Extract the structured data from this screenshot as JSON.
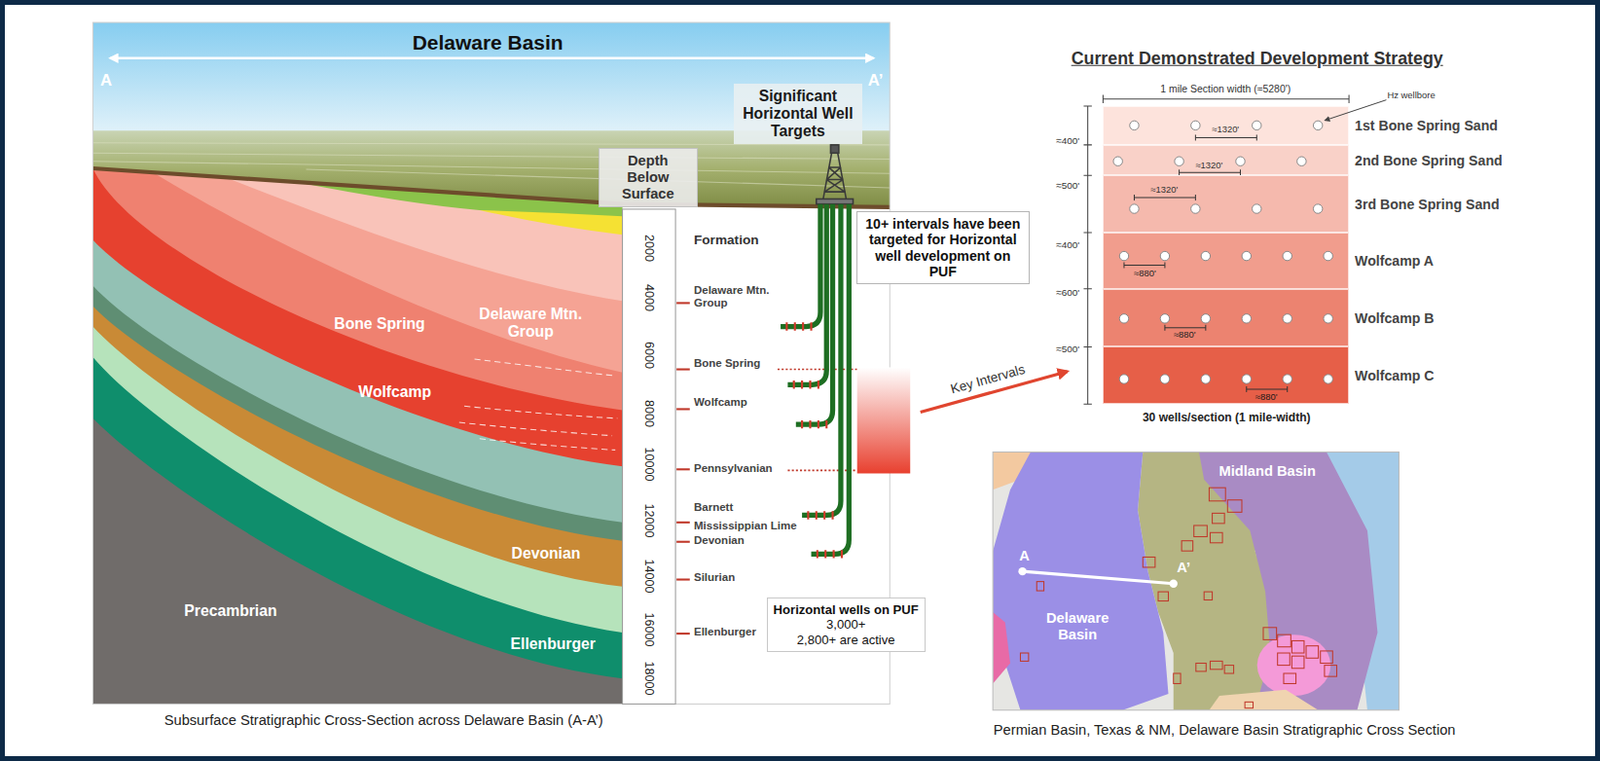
{
  "diagram": {
    "nodes": [
      {
        "text": [
          "Depth Below Surface"
        ]
      },
      {
        "text": [
          "Significant Horizontal Well Targets"
        ]
      },
      {
        "text": [
          "10+ intervals have been targeted for Horizontal well development on PUF"
        ]
      },
      {
        "text": [
          "Horizontal wells on PUF",
          "3,000+",
          "2,800+ are active"
        ]
      },
      {
        "text": [
          "1st Bone Spring Sand"
        ]
      },
      {
        "text": [
          "2nd Bone Spring Sand"
        ]
      },
      {
        "text": [
          "3rd Bone Spring Sand"
        ]
      },
      {
        "text": [
          "Wolfcamp A"
        ]
      },
      {
        "text": [
          "Wolfcamp B"
        ]
      },
      {
        "text": [
          "Wolfcamp C"
        ]
      }
    ],
    "labels": [
      "Delaware Basin",
      "A",
      "A’",
      "2000",
      "4000",
      "6000",
      "8000",
      "10000",
      "12000",
      "14000",
      "16000",
      "18000",
      "Formation",
      "Delaware Mtn. Group",
      "Bone Spring",
      "Wolfcamp",
      "Pennsylvanian",
      "Barnett",
      "Mississippian Lime",
      "Devonian",
      "Silurian",
      "Ellenburger",
      "Bone Spring",
      "Delaware Mtn. Group",
      "Wolfcamp",
      "Devonian",
      "Precambrian",
      "Ellenburger",
      "Key Intervals",
      "Current Demonstrated Development Strategy",
      "1 mile Section width (≈5280')",
      "Hz wellbore",
      "≈400'",
      "≈500'",
      "≈400'",
      "≈600'",
      "≈500'",
      "≈1320'",
      "≈1320'",
      "≈1320'",
      "≈880'",
      "≈880'",
      "≈880'",
      "30 wells/section (1 mile-width)",
      "Midland Basin",
      "Delaware Basin",
      "A",
      "A’",
      "Subsurface Stratigraphic Cross-Section across Delaware Basin (A-A’)",
      "Permian Basin, Texas & NM, Delaware Basin Stratigraphic Cross Section"
    ]
  }
}
